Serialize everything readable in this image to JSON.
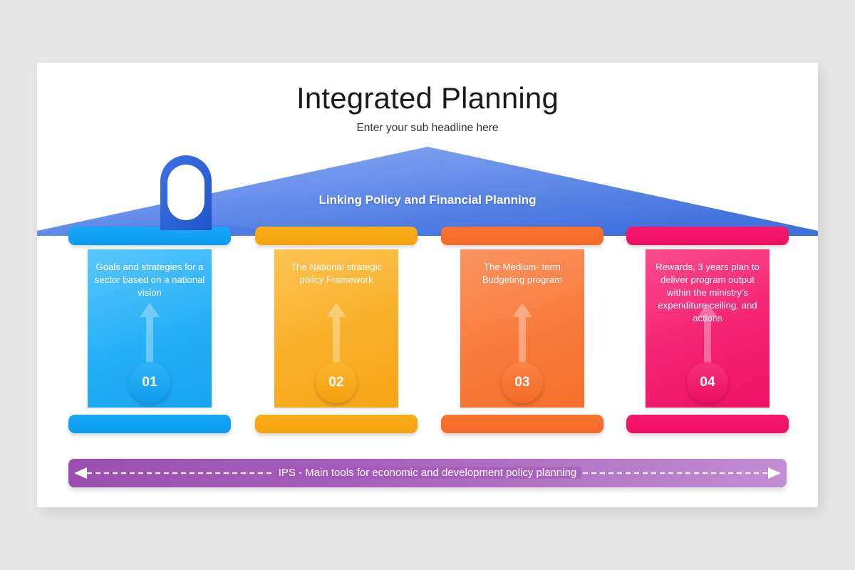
{
  "slide": {
    "title": "Integrated Planning",
    "subtitle": "Enter your sub headline here",
    "roof_label": "Linking Policy and Financial Planning",
    "bottom_banner_label": "IPS - Main tools for economic and development policy planning"
  },
  "colors": {
    "background": "#e8e7e8",
    "card": "#ffffff",
    "roof": "#4a7ee8",
    "roof_hook": "#2b5fd9",
    "banner": "#a256b6",
    "pillar_1": "#18a7f5",
    "pillar_2": "#f9ad18",
    "pillar_3": "#f87432",
    "pillar_4": "#f5186c"
  },
  "pillars": [
    {
      "number": "01",
      "text": "Goals and strategies for a sector based on a national vision",
      "color": "#18a7f5"
    },
    {
      "number": "02",
      "text": "The National strategic policy Framework",
      "color": "#f9ad18"
    },
    {
      "number": "03",
      "text": "The Medium-  term Budgeting program",
      "color": "#f87432"
    },
    {
      "number": "04",
      "text": "Rewards, 3 years plan to deliver program output within the ministry's expenditure ceiling, and actions",
      "color": "#f5186c"
    }
  ],
  "icons": {
    "roof_hook": "arch-hook-icon",
    "up_arrow": "up-arrow-icon",
    "left_arrowhead": "arrow-left-icon",
    "right_arrowhead": "arrow-right-icon"
  }
}
